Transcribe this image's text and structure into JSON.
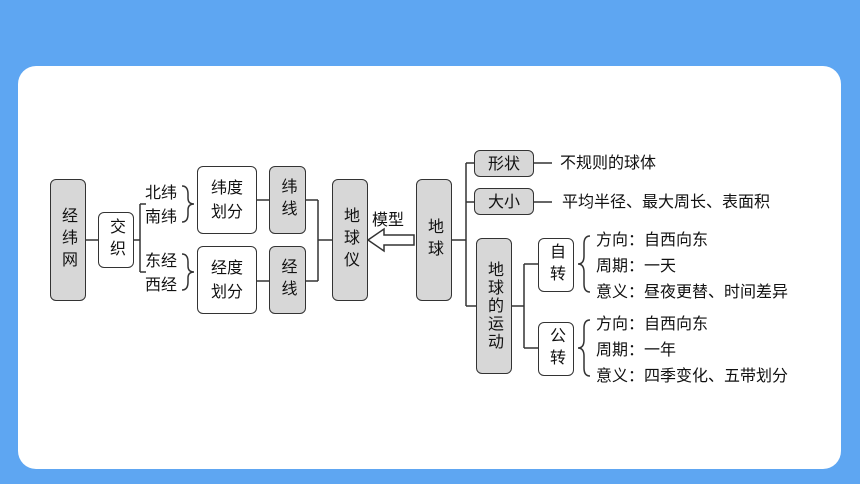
{
  "diagram": {
    "jingwei_net": "经纬网",
    "jiaozhi": "交织",
    "north_south": "北纬\n南纬",
    "east_west": "东经\n西经",
    "latitude_div": "纬度\n划分",
    "longitude_div": "经度\n划分",
    "weixian": "纬线",
    "jingxian": "经线",
    "globe_model": "地球仪",
    "model_label": "模型",
    "earth": "地球",
    "shape": "形状",
    "shape_desc": "不规则的球体",
    "size": "大小",
    "size_desc": "平均半径、最大周长、表面积",
    "earth_motion": "地球的运动",
    "rotation": "自转",
    "rotation_direction": "方向：自西向东",
    "rotation_period": "周期：一天",
    "rotation_meaning": "意义：昼夜更替、时间差异",
    "revolution": "公转",
    "revolution_direction": "方向：自西向东",
    "revolution_period": "周期：一年",
    "revolution_meaning": "意义：四季变化、五带划分"
  }
}
